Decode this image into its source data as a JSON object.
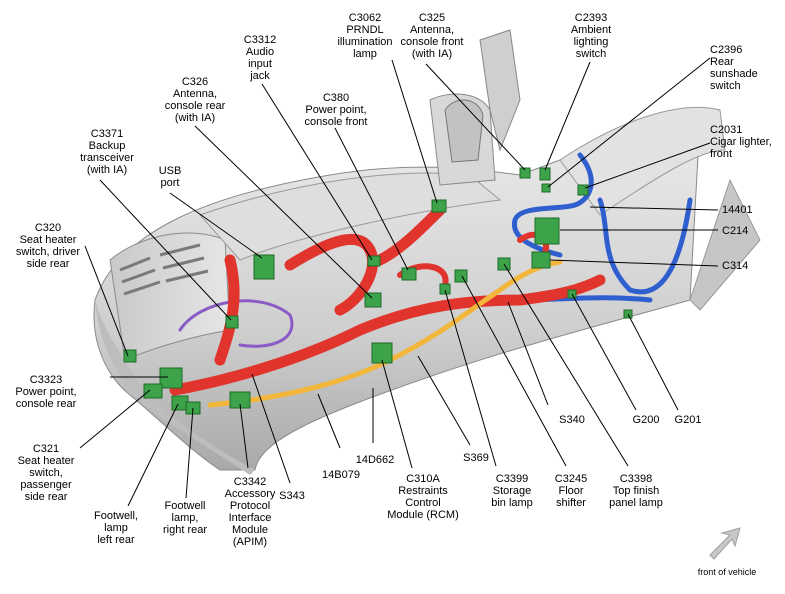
{
  "labels": {
    "c3062": "C3062\nPRNDL\nillumination\nlamp",
    "c325": "C325\nAntenna,\nconsole front\n(with IA)",
    "c2393": "C2393\nAmbient\nlighting\nswitch",
    "c2396": "C2396\nRear\nsunshade\nswitch",
    "c3312": "C3312\nAudio\ninput\njack",
    "c326": "C326\nAntenna,\nconsole rear\n(with IA)",
    "c380": "C380\nPower point,\nconsole front",
    "c2031": "C2031\nCigar lighter,\nfront",
    "c3371": "C3371\nBackup\ntransceiver\n(with IA)",
    "usb": "USB\nport",
    "w14401": "14401",
    "c214": "C214",
    "c314": "C314",
    "c320": "C320\nSeat heater\nswitch, driver\nside rear",
    "c3323": "C3323\nPower point,\nconsole rear",
    "c321": "C321\nSeat heater\nswitch,\npassenger\nside rear",
    "s340": "S340",
    "g200": "G200",
    "g201": "G201",
    "s369": "S369",
    "w14d662": "14D662",
    "w14b079": "14B079",
    "s343": "S343",
    "c310a": "C310A\nRestraints\nControl\nModule (RCM)",
    "c3399": "C3399\nStorage\nbin lamp",
    "c3245": "C3245\nFloor\nshifter",
    "c3398": "C3398\nTop finish\npanel lamp",
    "footwell_left": "Footwell,\nlamp\nleft rear",
    "footwell_right": "Footwell\nlamp,\nright rear",
    "c3342": "C3342\nAccessory\nProtocol\nInterface\nModule\n(APIM)",
    "front_of_vehicle": "front of vehicle"
  },
  "colors": {
    "console": "#d4d4d4",
    "console_shadow": "#9c9c9c",
    "harness_red": "#e0342c",
    "harness_yellow": "#f2b73a",
    "harness_blue": "#2f5fcf",
    "harness_purple": "#8a5bc4",
    "connector_green": "#3da34a",
    "arrow_gray": "#c8c8c8"
  }
}
